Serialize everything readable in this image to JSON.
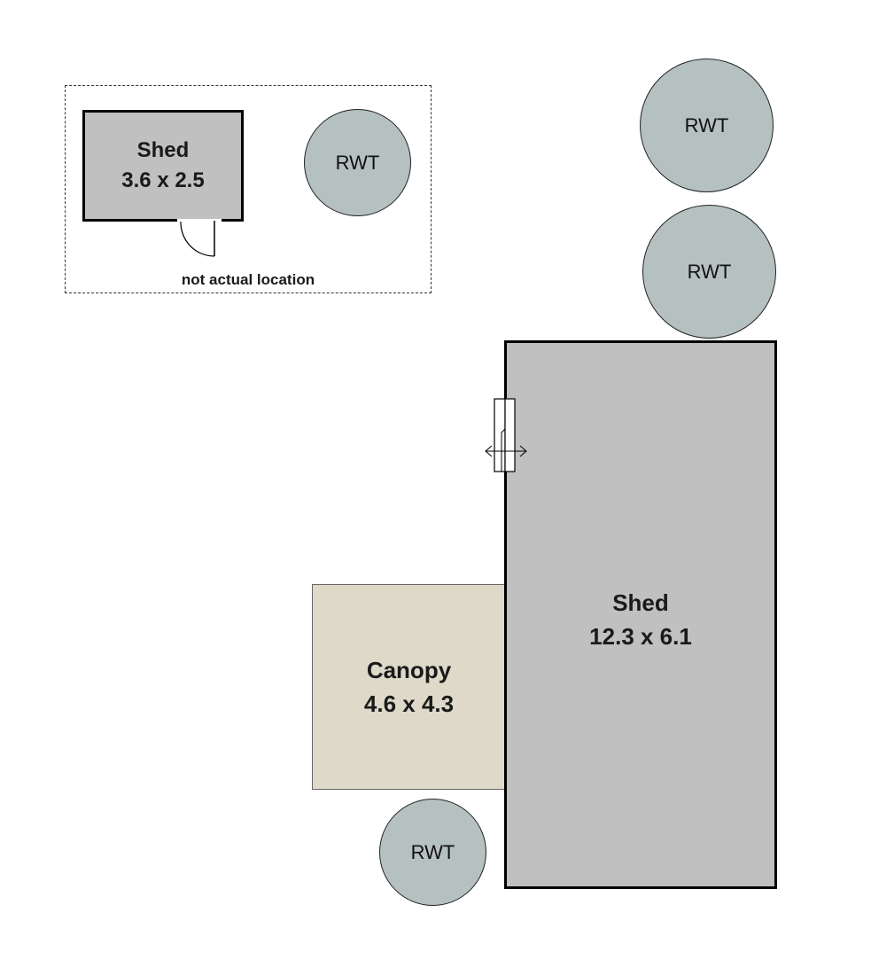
{
  "colors": {
    "shed_fill": "#c0c0c0",
    "canopy_fill": "#ded9c8",
    "rwt_fill": "#b5c0c0",
    "outline": "#000000"
  },
  "inset": {
    "note": "not actual location",
    "shed": {
      "label": "Shed",
      "dimensions": "3.6 x 2.5"
    },
    "rwt_label": "RWT"
  },
  "main_shed": {
    "label": "Shed",
    "dimensions": "12.3 x 6.1"
  },
  "canopy": {
    "label": "Canopy",
    "dimensions": "4.6 x 4.3"
  },
  "tanks": [
    {
      "label": "RWT"
    },
    {
      "label": "RWT"
    },
    {
      "label": "RWT"
    }
  ],
  "icons": {
    "small_door": "door-swing-icon",
    "big_door": "sliding-door-icon"
  }
}
